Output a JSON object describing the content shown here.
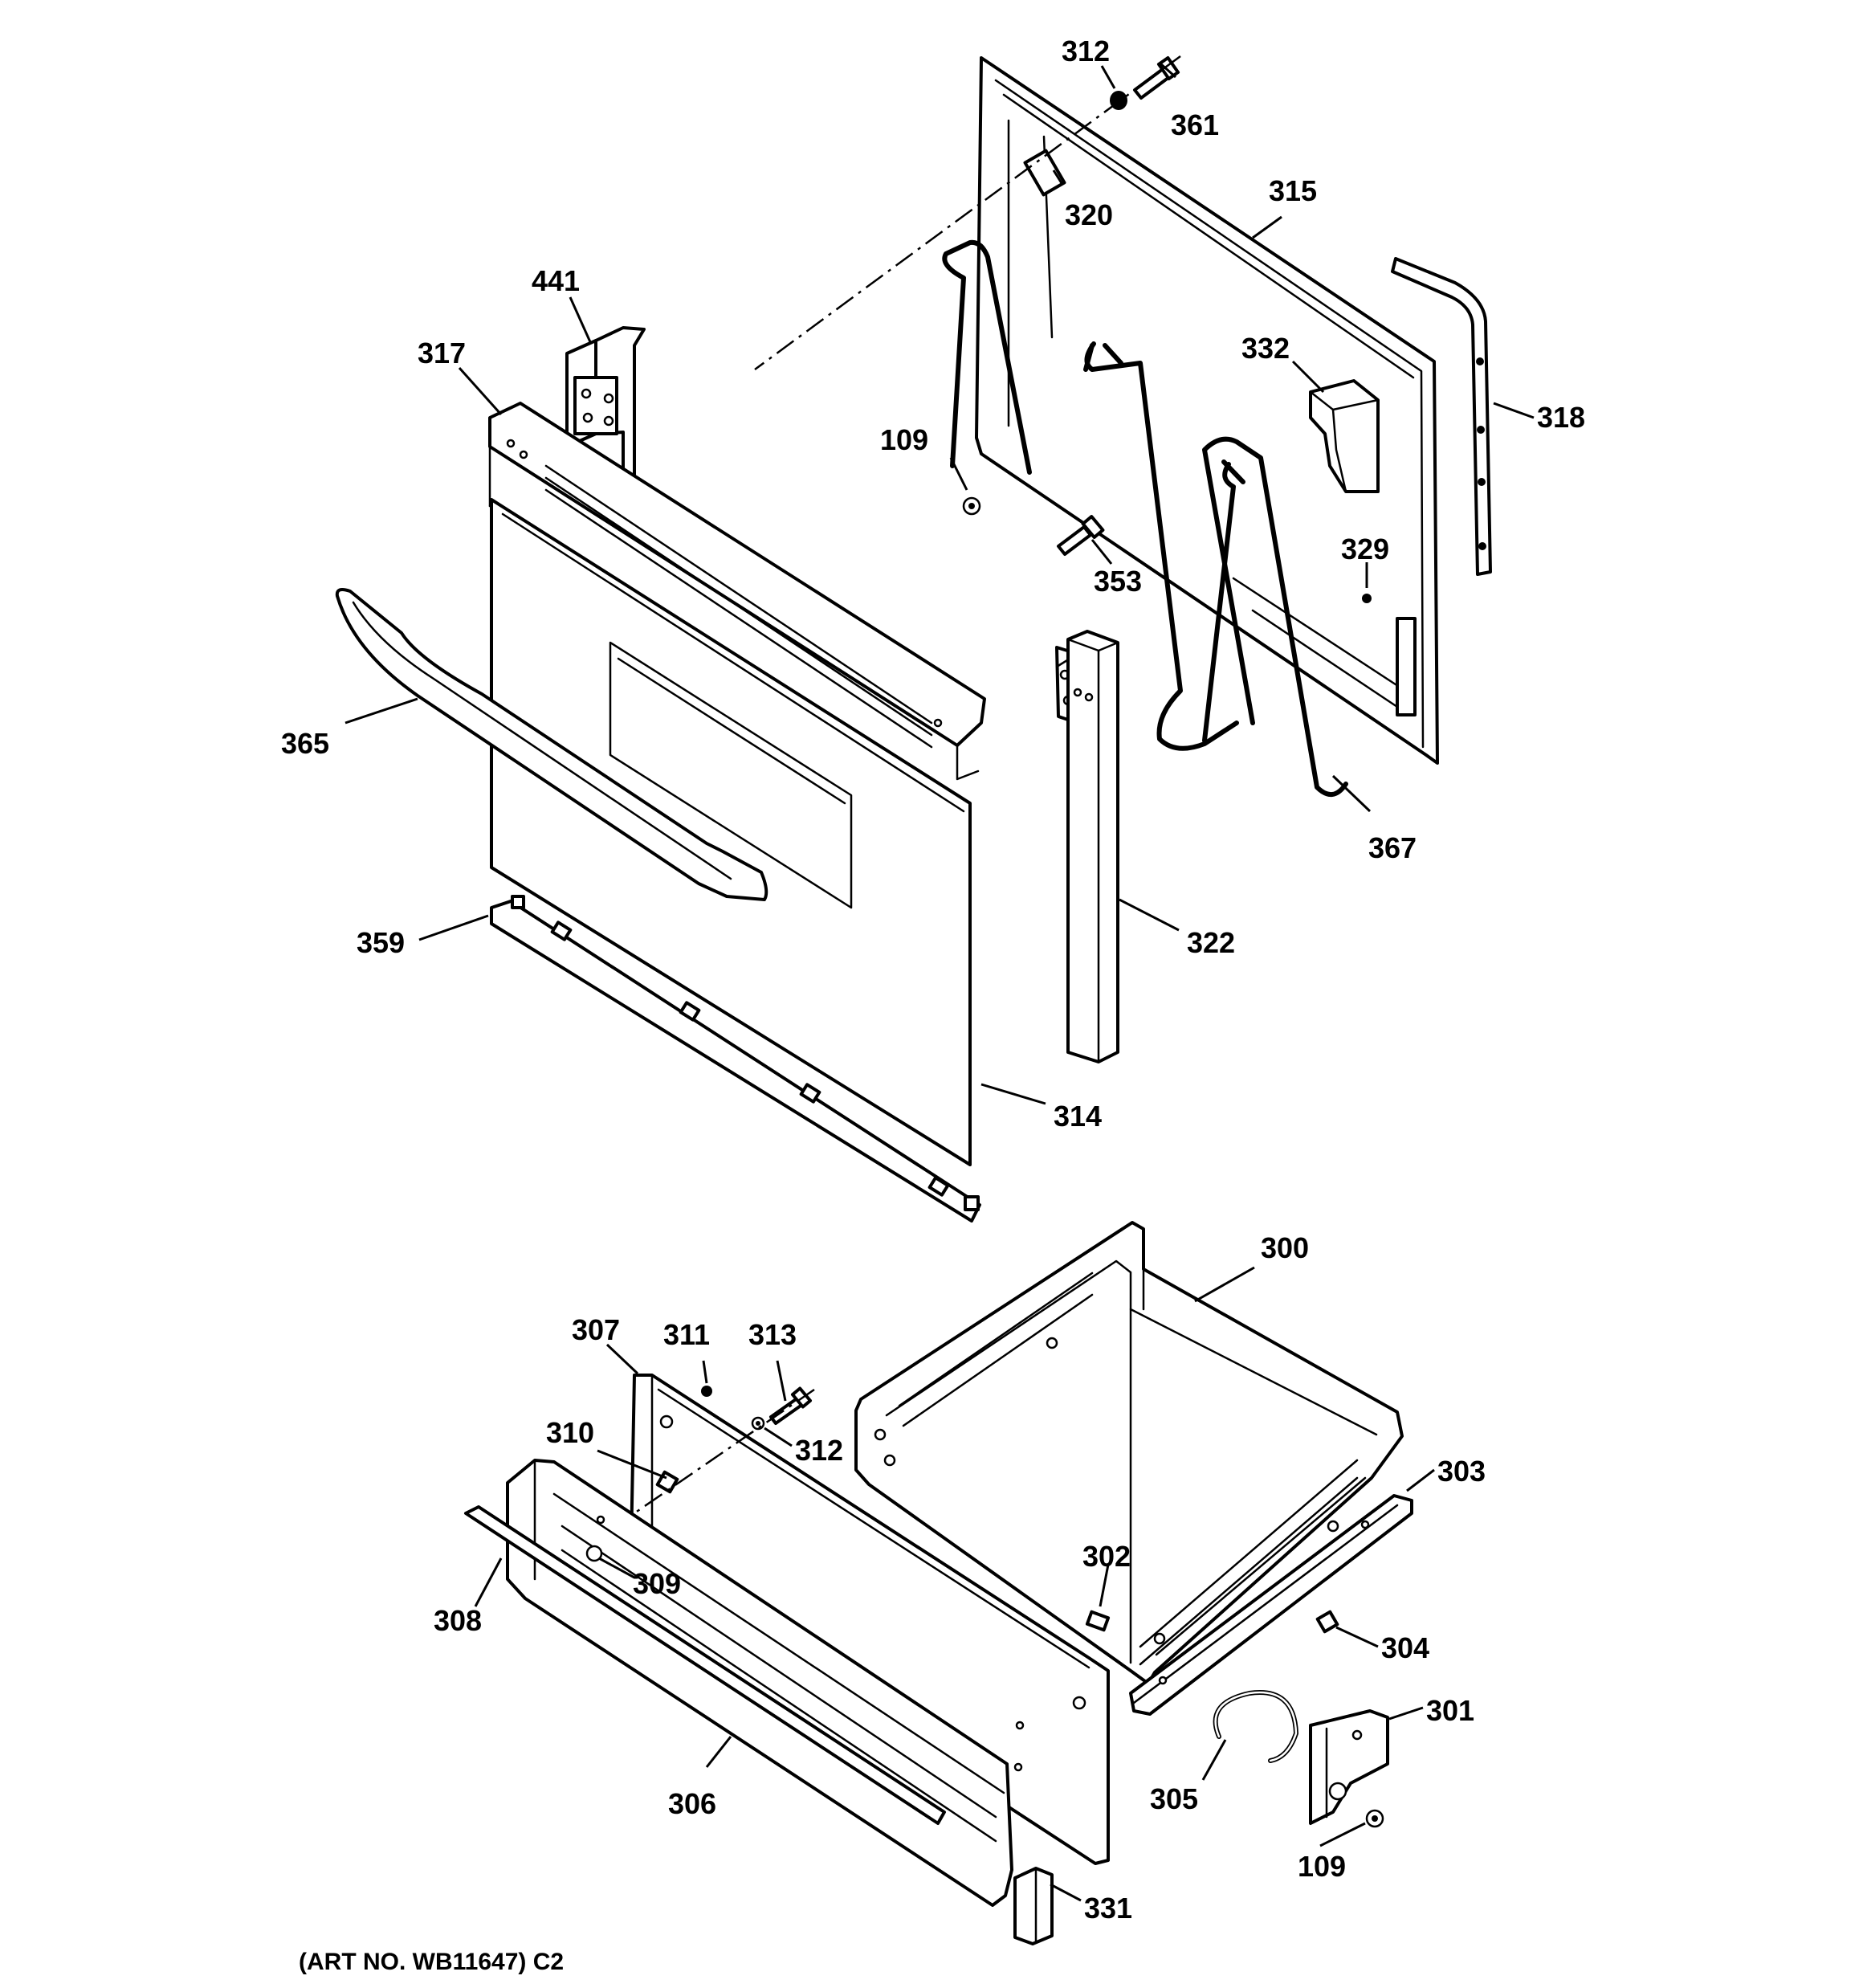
{
  "labels": {
    "p312a": "312",
    "p361": "361",
    "p320": "320",
    "p315": "315",
    "p441": "441",
    "p317": "317",
    "p332": "332",
    "p318": "318",
    "p109a": "109",
    "p329": "329",
    "p353": "353",
    "p365": "365",
    "p367": "367",
    "p359": "359",
    "p322": "322",
    "p314": "314",
    "p300": "300",
    "p307": "307",
    "p311": "311",
    "p313": "313",
    "p310": "310",
    "p312b": "312",
    "p303": "303",
    "p302": "302",
    "p309": "309",
    "p308": "308",
    "p304": "304",
    "p301": "301",
    "p305": "305",
    "p306": "306",
    "p109b": "109",
    "p331": "331"
  },
  "caption": "(ART NO. WB11647) C2"
}
